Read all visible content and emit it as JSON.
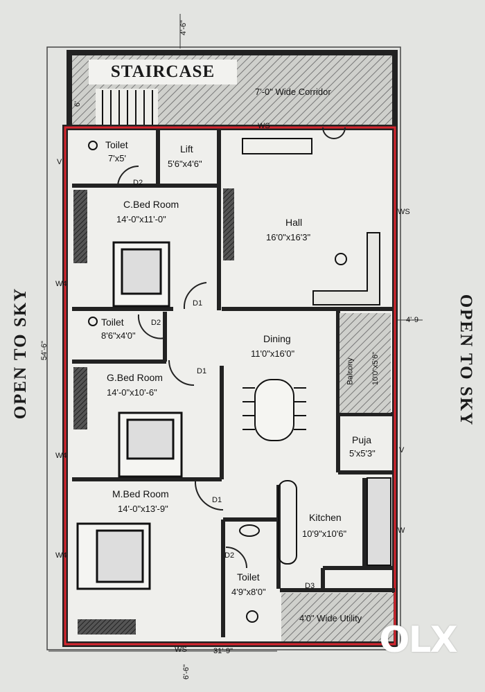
{
  "plan": {
    "staircase": "STAIRCASE",
    "corridor": "7'-0\" Wide Corridor",
    "open_left": "OPEN TO SKY",
    "open_right": "OPEN TO SKY",
    "top_dim": "4'-6\"",
    "bottom_dim": "31'-9\"",
    "bottom_offset": "6'-6\"",
    "left_dim": "54'-6\"",
    "right_dim": "4'-9",
    "stair_dim": "6'",
    "rooms": {
      "toilet1": {
        "name": "Toilet",
        "dim": "7'x5'"
      },
      "lift": {
        "name": "Lift",
        "dim": "5'6\"x4'6\""
      },
      "cbed": {
        "name": "C.Bed Room",
        "dim": "14'-0\"x11'-0\""
      },
      "hall": {
        "name": "Hall",
        "dim": "16'0\"x16'3\""
      },
      "toilet2": {
        "name": "Toilet",
        "dim": "8'6\"x4'0\""
      },
      "dining": {
        "name": "Dining",
        "dim": "11'0\"x16'0\""
      },
      "balcony": {
        "name": "Balcony",
        "dim": "10'0\"x5'6\""
      },
      "gbed": {
        "name": "G.Bed Room",
        "dim": "14'-0\"x10'-6\""
      },
      "puja": {
        "name": "Puja",
        "dim": "5'x5'3\""
      },
      "mbed": {
        "name": "M.Bed Room",
        "dim": "14'-0\"x13'-9\""
      },
      "kitchen": {
        "name": "Kitchen",
        "dim": "10'9\"x10'6\""
      },
      "toilet3": {
        "name": "Toilet",
        "dim": "4'9\"x8'0\""
      },
      "utility": {
        "name": "4'0\" Wide Utility"
      }
    },
    "doors": {
      "d1": "D1",
      "d2": "D2",
      "d3": "D3"
    },
    "windows": {
      "w": "W",
      "w4": "W4",
      "ws": "WS",
      "v": "V"
    }
  },
  "watermark": "OLX"
}
